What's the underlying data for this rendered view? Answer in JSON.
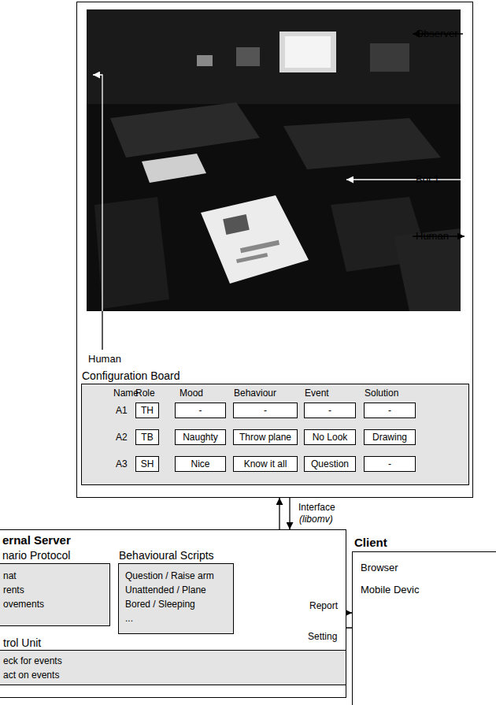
{
  "diagram": {
    "nodes": [
      {
        "text": []
      },
      {
        "text": [
          "Configuration Board"
        ],
        "in": 0
      },
      {
        "text": [
          "ernal Server"
        ]
      },
      {
        "text": [
          "nario Protocol",
          "nat",
          "rents",
          "ovements"
        ],
        "in": 2
      },
      {
        "text": [
          "Behavioural Scripts",
          "Question / Raise arm",
          "Unattended / Plane",
          "Bored / Sleeping",
          "..."
        ],
        "in": 2
      },
      {
        "text": [
          "trol Unit",
          "eck for events",
          "act on events"
        ],
        "in": 2
      },
      {
        "text": [
          "Client",
          "Browser",
          "Mobile Devic"
        ]
      }
    ],
    "edges": [
      {
        "from": 0,
        "to": 2,
        "arrow": "to",
        "label": "Interface"
      },
      {
        "from": 2,
        "to": 0,
        "arrow": "to"
      },
      {
        "from": 4,
        "to": 5,
        "arrow": "to"
      },
      {
        "from": 5,
        "to": 4,
        "arrow": "to"
      },
      {
        "from": 4,
        "to": 6,
        "arrow": "to",
        "label": "Report"
      },
      {
        "from": 6,
        "to": 4,
        "arrow": "to",
        "label": "Setting"
      }
    ],
    "labels": [
      "Observer",
      "Bot 1",
      "Human",
      "Human",
      "(libomv)",
      "Name",
      "Role",
      "Mood",
      "Behaviour",
      "Event",
      "Solution",
      "A1",
      "TH",
      "-",
      "-",
      "-",
      "-",
      "A2",
      "TB",
      "Naughty",
      "Throw plane",
      "No Look",
      "Drawing",
      "A3",
      "SH",
      "Nice",
      "Know it all",
      "Question",
      "-"
    ]
  }
}
